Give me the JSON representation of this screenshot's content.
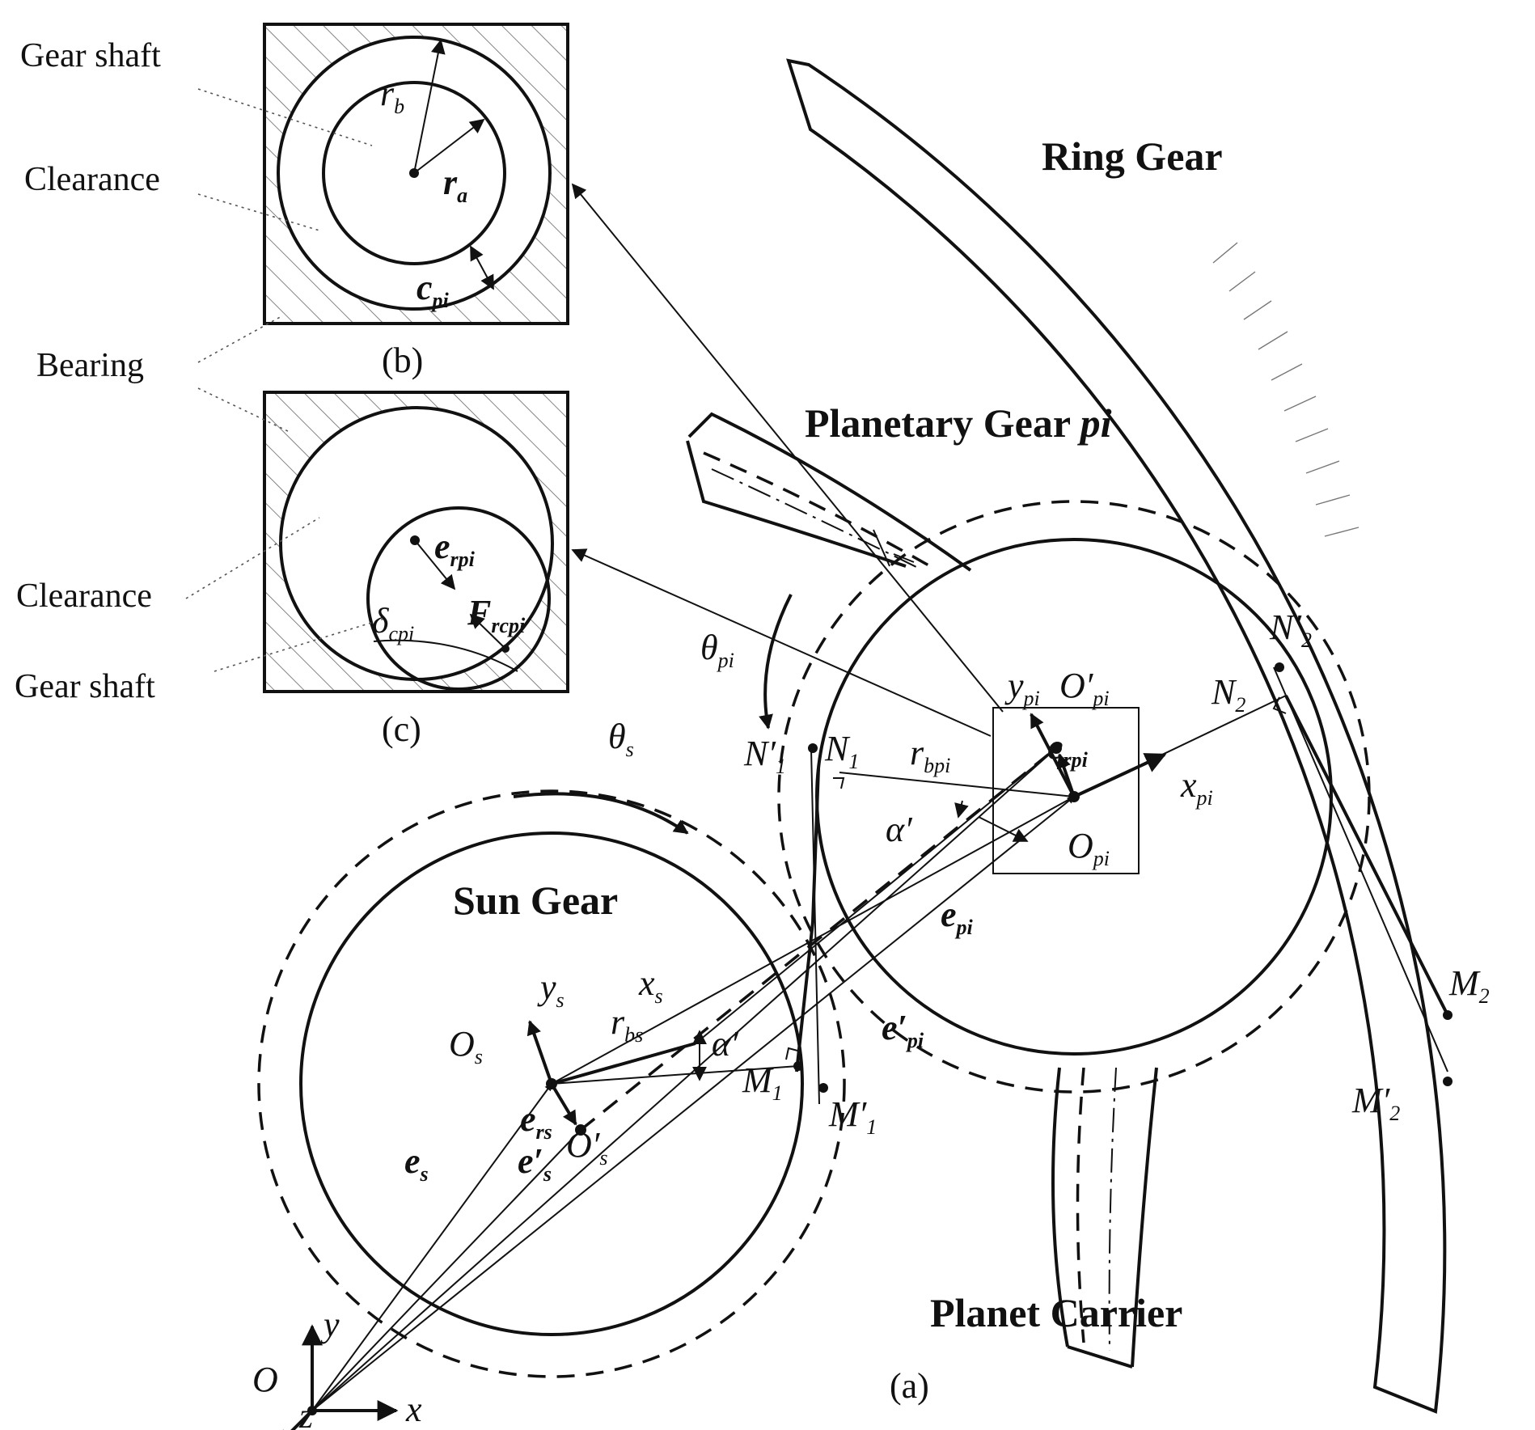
{
  "titles": {
    "ring_gear": "Ring Gear",
    "planetary_gear": "Planetary Gear ",
    "planetary_gear_suffix": "pi",
    "sun_gear": "Sun Gear",
    "planet_carrier": "Planet Carrier"
  },
  "subfigures": {
    "a": "(a)",
    "b": "(b)",
    "c": "(c)"
  },
  "side_labels": {
    "gear_shaft_top": "Gear shaft",
    "clearance_top": "Clearance",
    "bearing": "Bearing",
    "clearance_bottom": "Clearance",
    "gear_shaft_bottom": "Gear shaft"
  },
  "symbols": {
    "r_b": {
      "base": "r",
      "sub": "b"
    },
    "r_a": {
      "base": "r",
      "sub": "a"
    },
    "c_pi": {
      "base": "c",
      "sub": "pi"
    },
    "e_rpi_c": {
      "base": "e",
      "sub": "rpi"
    },
    "F_rcpi": {
      "base": "F",
      "sub": "rcpi"
    },
    "delta_cpi": {
      "base": "δ",
      "sub": "cpi"
    },
    "theta_pi": {
      "base": "θ",
      "sub": "pi"
    },
    "theta_s": {
      "base": "θ",
      "sub": "s"
    },
    "y_pi": {
      "base": "y",
      "sub": "pi"
    },
    "O_prime_pi": {
      "base": "O′",
      "sub": "pi"
    },
    "N2": {
      "base": "N",
      "sub": "2"
    },
    "N_prime_2": {
      "base": "N′",
      "sub": "2"
    },
    "N_prime_1": {
      "base": "N′",
      "sub": "1"
    },
    "N1": {
      "base": "N",
      "sub": "1"
    },
    "r_bpi": {
      "base": "r",
      "sub": "bpi"
    },
    "e_rpi": {
      "base": "e",
      "sub": "rpi"
    },
    "x_pi": {
      "base": "x",
      "sub": "pi"
    },
    "alpha_prime_p": {
      "base": "α′",
      "sub": ""
    },
    "O_pi": {
      "base": "O",
      "sub": "pi"
    },
    "e_pi": {
      "base": "e",
      "sub": "pi"
    },
    "e_prime_pi": {
      "base": "e′",
      "sub": "pi"
    },
    "y_s": {
      "base": "y",
      "sub": "s"
    },
    "x_s": {
      "base": "x",
      "sub": "s"
    },
    "alpha_prime_s": {
      "base": "α′",
      "sub": ""
    },
    "O_s": {
      "base": "O",
      "sub": "s"
    },
    "r_bs": {
      "base": "r",
      "sub": "bs"
    },
    "M1": {
      "base": "M",
      "sub": "1"
    },
    "M_prime_1": {
      "base": "M′",
      "sub": "1"
    },
    "e_rs": {
      "base": "e",
      "sub": "rs"
    },
    "O_prime_s": {
      "base": "O′",
      "sub": "s"
    },
    "e_s": {
      "base": "e",
      "sub": "s"
    },
    "e_prime_s": {
      "base": "e′",
      "sub": "s"
    },
    "M2": {
      "base": "M",
      "sub": "2"
    },
    "M_prime_2": {
      "base": "M′",
      "sub": "2"
    },
    "O": {
      "base": "O",
      "sub": ""
    },
    "x": {
      "base": "x",
      "sub": ""
    },
    "y": {
      "base": "y",
      "sub": ""
    },
    "z": {
      "base": "z",
      "sub": ""
    }
  }
}
